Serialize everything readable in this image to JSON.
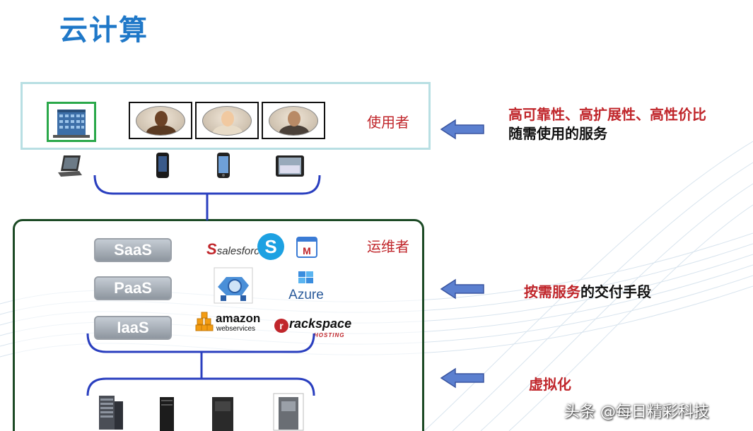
{
  "title": "云计算",
  "roles": {
    "user": "使用者",
    "ops": "运维者"
  },
  "services": [
    {
      "label": "SaaS"
    },
    {
      "label": "PaaS"
    },
    {
      "label": "IaaS"
    }
  ],
  "logos": {
    "salesforce": "salesforce",
    "azure": "Azure",
    "amazon_main": "amazon",
    "amazon_sub": "webservices",
    "rackspace_main": "rackspace",
    "rackspace_sub": "HOSTING"
  },
  "descriptions": {
    "line1": "高可靠性、高扩展性、高性价比",
    "line2": "随需使用的服务",
    "delivery_highlight": "按需服务",
    "delivery_rest": "的交付手段",
    "virtualization": "虚拟化"
  },
  "watermark": "头条 @每日精彩科技",
  "colors": {
    "title": "#1f78c8",
    "accent_red": "#c0262b",
    "arrow": "#5b7fcf",
    "bracket": "#2a3fbf",
    "user_border": "#b8dfe3",
    "ops_border": "#1c4a25"
  },
  "icons": [
    "building-icon",
    "person-photo-icon",
    "laptop-icon",
    "smartphone-icon",
    "tablet-icon",
    "server-rack-icon",
    "left-arrow-icon"
  ]
}
